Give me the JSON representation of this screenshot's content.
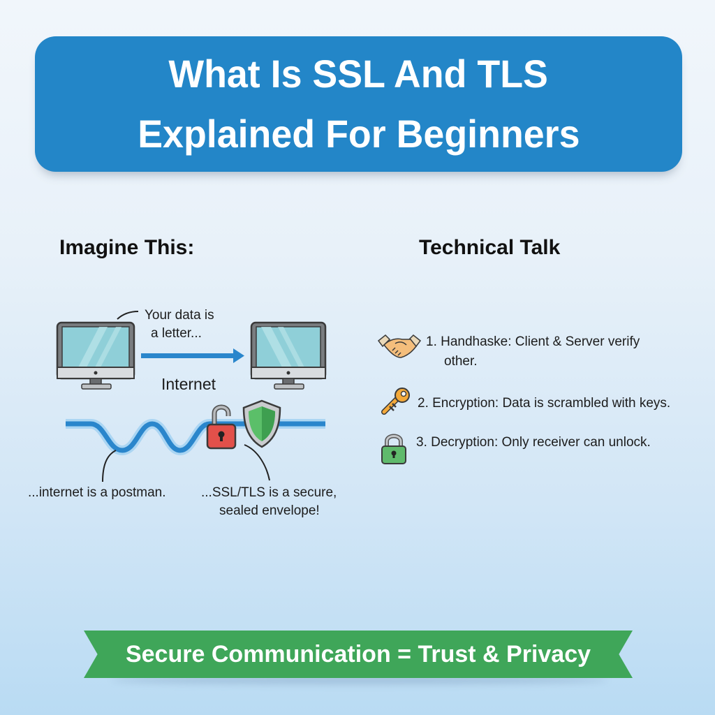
{
  "title": {
    "line1": "What Is SSL And TLS",
    "line2": "Explained For Beginners"
  },
  "left_section": {
    "heading": "Imagine This:",
    "data_label_line1": "Your data is",
    "data_label_line2": "a letter...",
    "internet_label": "Internet",
    "postman_caption": "...internet is a postman.",
    "envelope_caption_line1": "...SSL/TLS is a secure,",
    "envelope_caption_line2": "sealed envelope!",
    "icons": [
      "monitor-icon",
      "arrow-right-icon",
      "monitor-icon",
      "wave-line-icon",
      "unlocked-padlock-icon",
      "shield-icon"
    ]
  },
  "right_section": {
    "heading": "Technical Talk",
    "items": [
      {
        "icon": "handshake-icon",
        "line1": "1. Handhaske: Client & Server verify",
        "line2": "other."
      },
      {
        "icon": "key-icon",
        "line1": "2. Encryption: Data is scrambled with keys."
      },
      {
        "icon": "locked-padlock-icon",
        "line1": "3. Decryption: Only receiver can unlock."
      }
    ]
  },
  "footer_ribbon": {
    "text": "Secure Communication = Trust & Privacy"
  },
  "colors": {
    "title_banner": "#2386c8",
    "ribbon": "#3fa659",
    "wave": "#2a86cc",
    "lock_red": "#e2504a",
    "shield_green": "#4cae5c",
    "key_orange": "#f3a93a"
  }
}
